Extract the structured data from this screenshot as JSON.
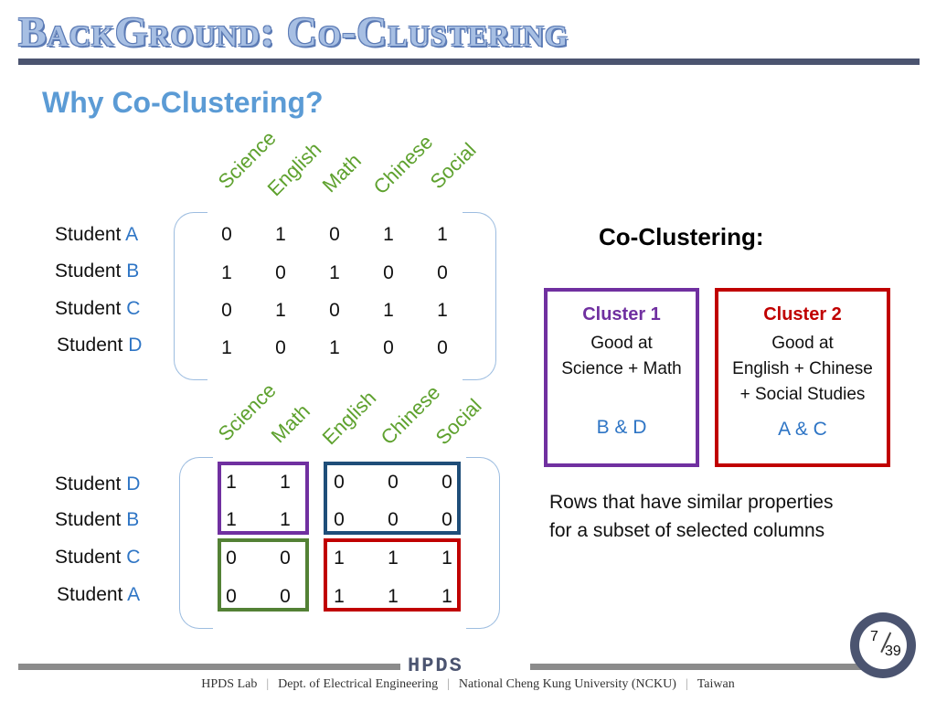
{
  "slide": {
    "title": "BackGround: Co-Clustering",
    "subtitle": "Why Co-Clustering?",
    "co_clustering_label": "Co-Clustering:",
    "note_line1": "Rows that have similar properties",
    "note_line2": "for a subset of selected columns"
  },
  "matrix_top": {
    "columns": [
      "Science",
      "English",
      "Math",
      "Chinese",
      "Social"
    ],
    "rows": [
      {
        "prefix": "Student ",
        "letter": "A",
        "values": [
          "0",
          "1",
          "0",
          "1",
          "1"
        ]
      },
      {
        "prefix": "Student ",
        "letter": "B",
        "values": [
          "1",
          "0",
          "1",
          "0",
          "0"
        ]
      },
      {
        "prefix": "Student ",
        "letter": "C",
        "values": [
          "0",
          "1",
          "0",
          "1",
          "1"
        ]
      },
      {
        "prefix": "Student ",
        "letter": "D",
        "values": [
          "1",
          "0",
          "1",
          "0",
          "0"
        ]
      }
    ]
  },
  "matrix_bottom": {
    "columns": [
      "Science",
      "Math",
      "English",
      "Chinese",
      "Social"
    ],
    "rows": [
      {
        "prefix": "Student ",
        "letter": "D",
        "values": [
          "1",
          "1",
          "0",
          "0",
          "0"
        ]
      },
      {
        "prefix": "Student ",
        "letter": "B",
        "values": [
          "1",
          "1",
          "0",
          "0",
          "0"
        ]
      },
      {
        "prefix": "Student ",
        "letter": "C",
        "values": [
          "0",
          "0",
          "1",
          "1",
          "1"
        ]
      },
      {
        "prefix": "Student ",
        "letter": "A",
        "values": [
          "0",
          "0",
          "1",
          "1",
          "1"
        ]
      }
    ]
  },
  "clusters": [
    {
      "name": "Cluster 1",
      "desc1": "Good at",
      "desc2": "Science + Math",
      "desc3": "",
      "members": "B & D",
      "color": "#7030a0"
    },
    {
      "name": "Cluster 2",
      "desc1": "Good at",
      "desc2": "English + Chinese",
      "desc3": "+ Social Studies",
      "members": "A & C",
      "color": "#c00000"
    }
  ],
  "box_colors": {
    "purple": "#7030a0",
    "blue": "#1f4e79",
    "green": "#538135",
    "red": "#c00000"
  },
  "footer": {
    "logo": "HPDS",
    "items": [
      "HPDS Lab",
      "Dept. of Electrical Engineering",
      "National Cheng Kung University (NCKU)",
      "Taiwan"
    ]
  },
  "page": {
    "current": "7",
    "total": "39"
  }
}
